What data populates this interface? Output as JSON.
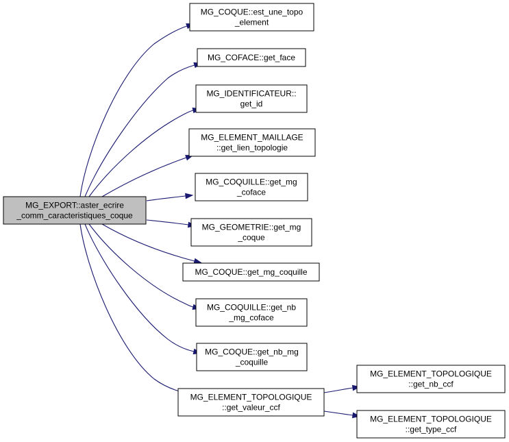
{
  "diagram": {
    "root": {
      "id": "root",
      "lines": [
        "MG_EXPORT::aster_ecrire",
        "_comm_caracteristiques_coque"
      ]
    },
    "nodes": [
      {
        "id": "n1",
        "lines": [
          "MG_COQUE::est_une_topo",
          "_element"
        ]
      },
      {
        "id": "n2",
        "lines": [
          "MG_COFACE::get_face"
        ]
      },
      {
        "id": "n3",
        "lines": [
          "MG_IDENTIFICATEUR::",
          "get_id"
        ]
      },
      {
        "id": "n4",
        "lines": [
          "MG_ELEMENT_MAILLAGE",
          "::get_lien_topologie"
        ]
      },
      {
        "id": "n5",
        "lines": [
          "MG_COQUILLE::get_mg",
          "_coface"
        ]
      },
      {
        "id": "n6",
        "lines": [
          "MG_GEOMETRIE::get_mg",
          "_coque"
        ]
      },
      {
        "id": "n7",
        "lines": [
          "MG_COQUE::get_mg_coquille"
        ]
      },
      {
        "id": "n8",
        "lines": [
          "MG_COQUILLE::get_nb",
          "_mg_coface"
        ]
      },
      {
        "id": "n9",
        "lines": [
          "MG_COQUE::get_nb_mg",
          "_coquille"
        ]
      },
      {
        "id": "n10",
        "lines": [
          "MG_ELEMENT_TOPOLOGIQUE",
          "::get_valeur_ccf"
        ]
      },
      {
        "id": "n11",
        "lines": [
          "MG_ELEMENT_TOPOLOGIQUE",
          "::get_nb_ccf"
        ]
      },
      {
        "id": "n12",
        "lines": [
          "MG_ELEMENT_TOPOLOGIQUE",
          "::get_type_ccf"
        ]
      }
    ],
    "edges": [
      {
        "from": "root",
        "to": "n1"
      },
      {
        "from": "root",
        "to": "n2"
      },
      {
        "from": "root",
        "to": "n3"
      },
      {
        "from": "root",
        "to": "n4"
      },
      {
        "from": "root",
        "to": "n5"
      },
      {
        "from": "root",
        "to": "n6"
      },
      {
        "from": "root",
        "to": "n7"
      },
      {
        "from": "root",
        "to": "n8"
      },
      {
        "from": "root",
        "to": "n9"
      },
      {
        "from": "root",
        "to": "n10"
      },
      {
        "from": "n10",
        "to": "n11"
      },
      {
        "from": "n10",
        "to": "n12"
      }
    ],
    "colors": {
      "edge": "#191970",
      "root_fill": "#bfbfbf",
      "node_fill": "#ffffff",
      "border": "#000000"
    }
  }
}
